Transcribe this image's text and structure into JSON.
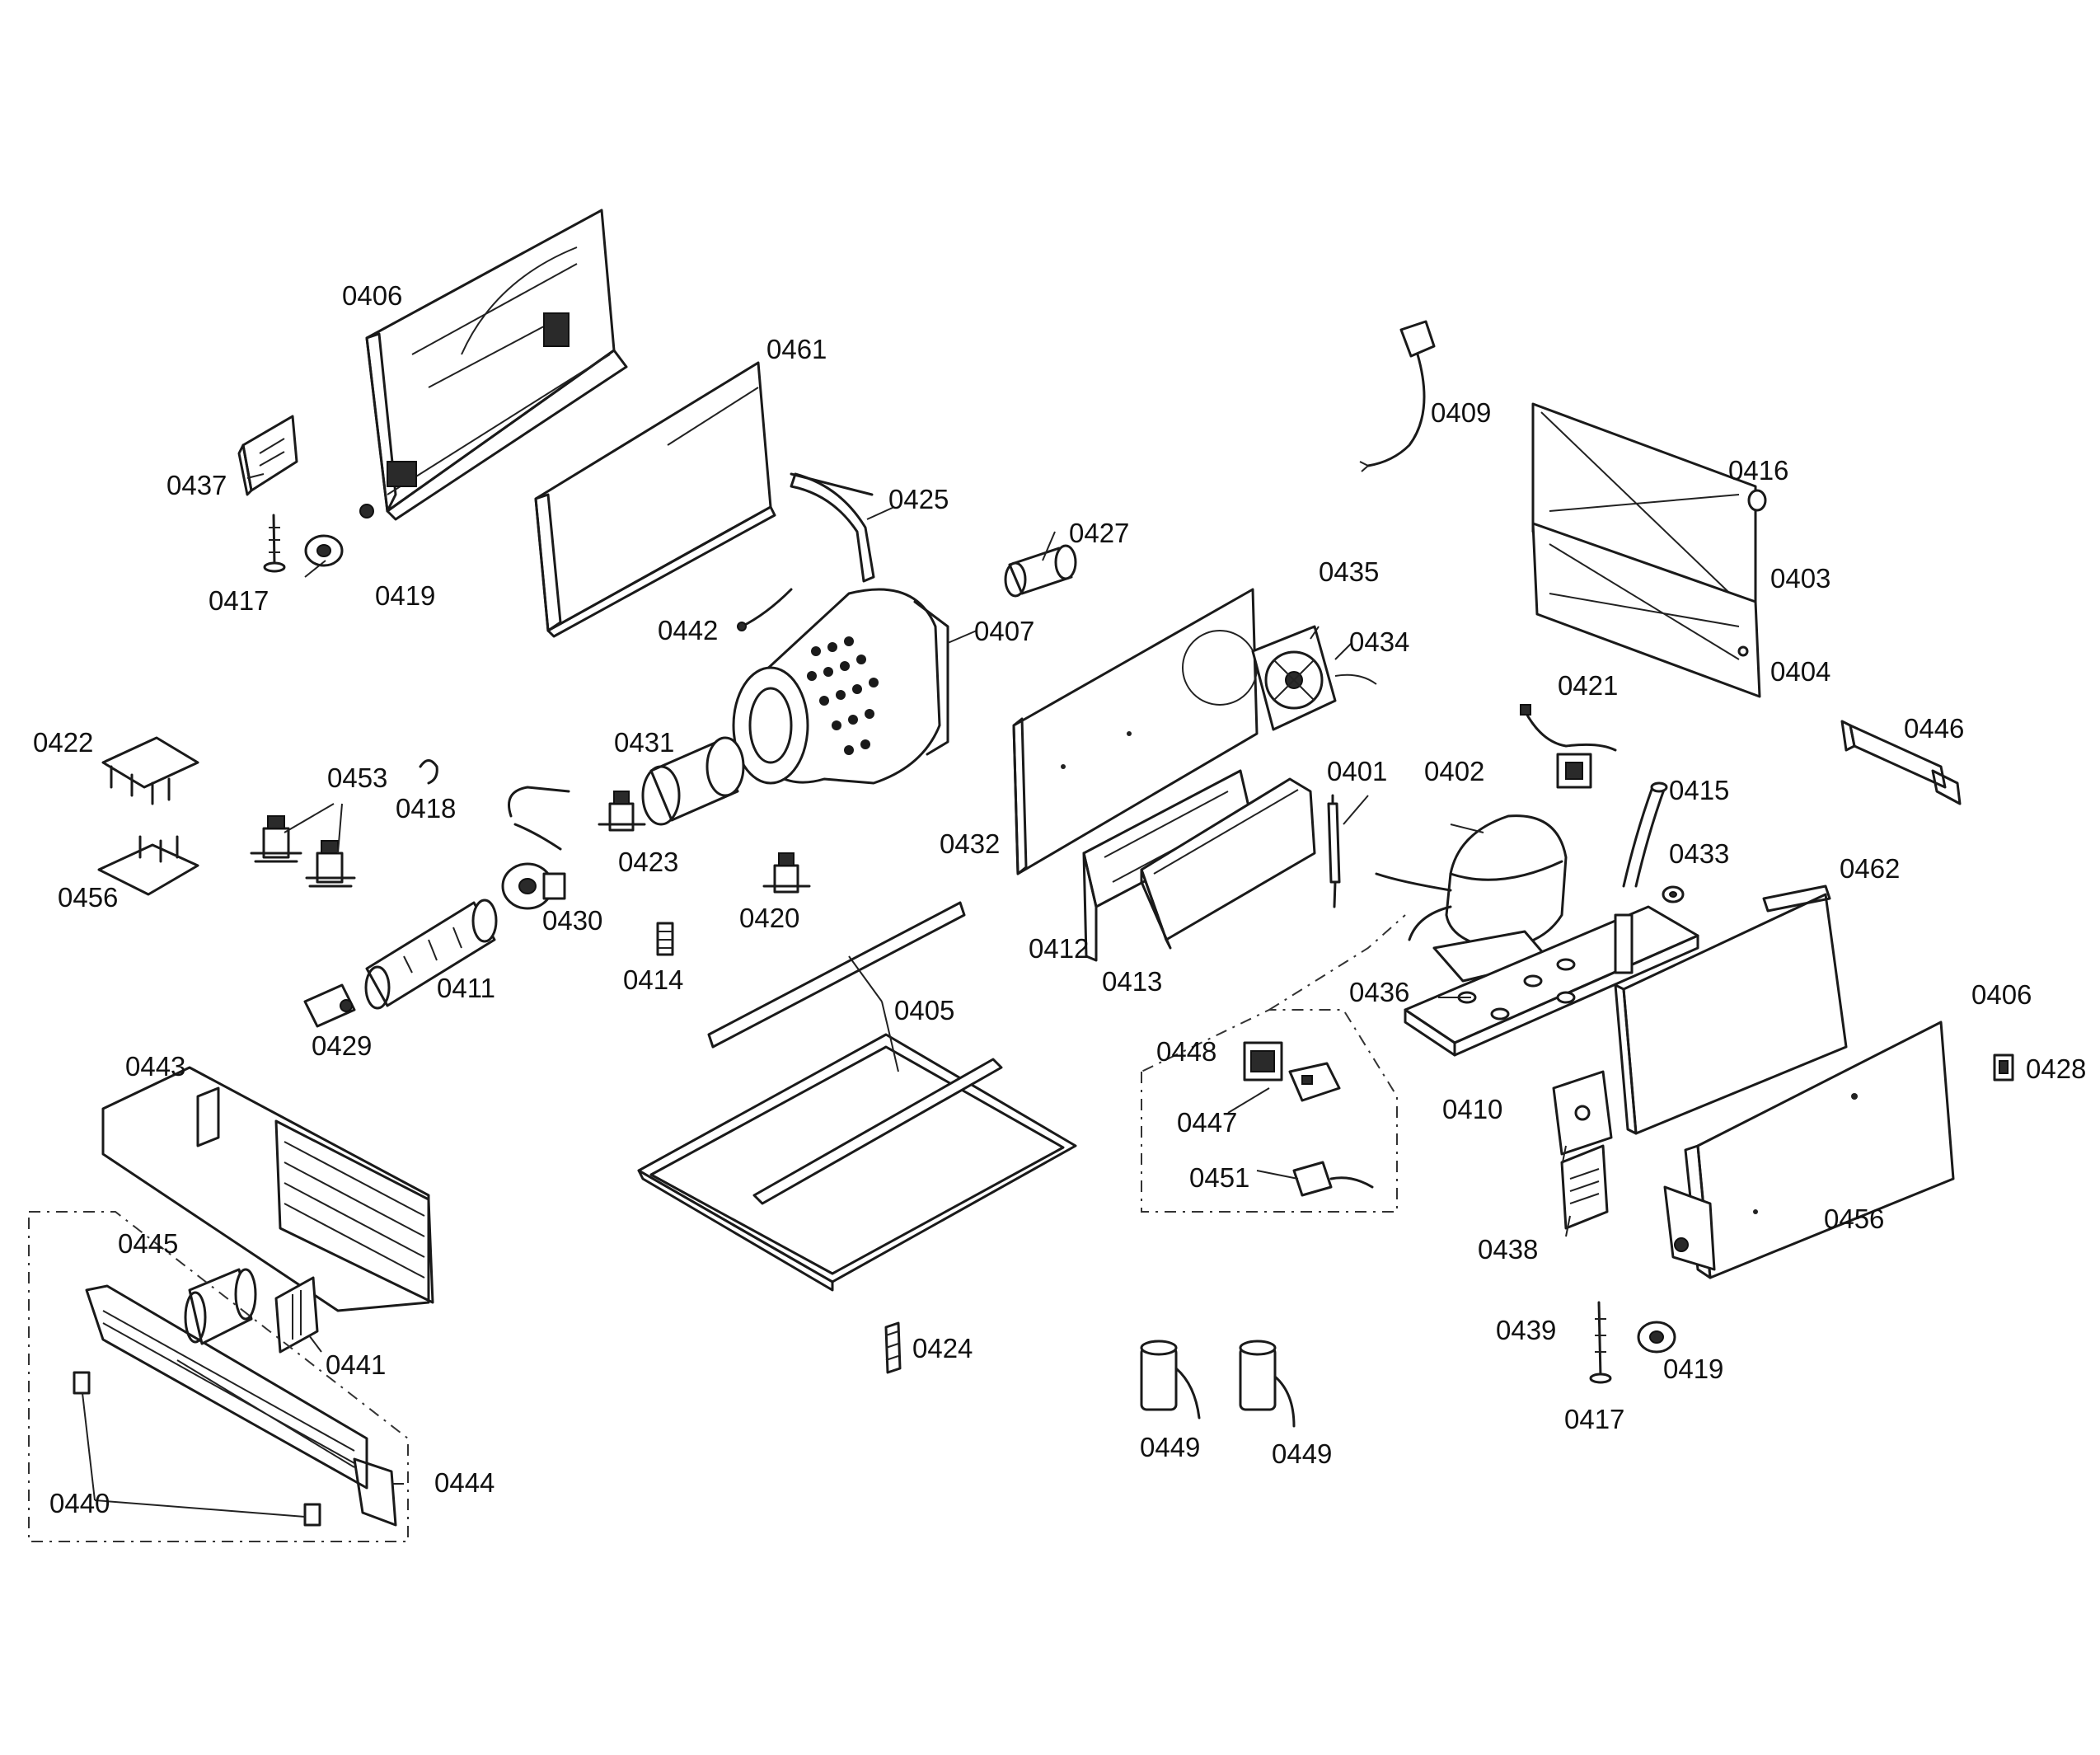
{
  "parts": {
    "p0406a": "0406",
    "p0461": "0461",
    "p0437": "0437",
    "p0425": "0425",
    "p0409": "0409",
    "p0416": "0416",
    "p0427": "0427",
    "p0403": "0403",
    "p0417a": "0417",
    "p0419a": "0419",
    "p0435": "0435",
    "p0442": "0442",
    "p0407": "0407",
    "p0434": "0434",
    "p0404": "0404",
    "p0421": "0421",
    "p0422": "0422",
    "p0453": "0453",
    "p0431": "0431",
    "p0446": "0446",
    "p0401": "0401",
    "p0402": "0402",
    "p0418": "0418",
    "p0415": "0415",
    "p0423": "0423",
    "p0432": "0432",
    "p0433": "0433",
    "p0456a": "0456",
    "p0462": "0462",
    "p0430": "0430",
    "p0420": "0420",
    "p0412": "0412",
    "p0411": "0411",
    "p0414": "0414",
    "p0413": "0413",
    "p0436": "0436",
    "p0406b": "0406",
    "p0405": "0405",
    "p0429": "0429",
    "p0448": "0448",
    "p0443": "0443",
    "p0428": "0428",
    "p0447": "0447",
    "p0410": "0410",
    "p0451": "0451",
    "p0456b": "0456",
    "p0445": "0445",
    "p0438": "0438",
    "p0441": "0441",
    "p0439": "0439",
    "p0424": "0424",
    "p0419b": "0419",
    "p0417b": "0417",
    "p0449a": "0449",
    "p0449b": "0449",
    "p0444": "0444",
    "p0440": "0440"
  }
}
